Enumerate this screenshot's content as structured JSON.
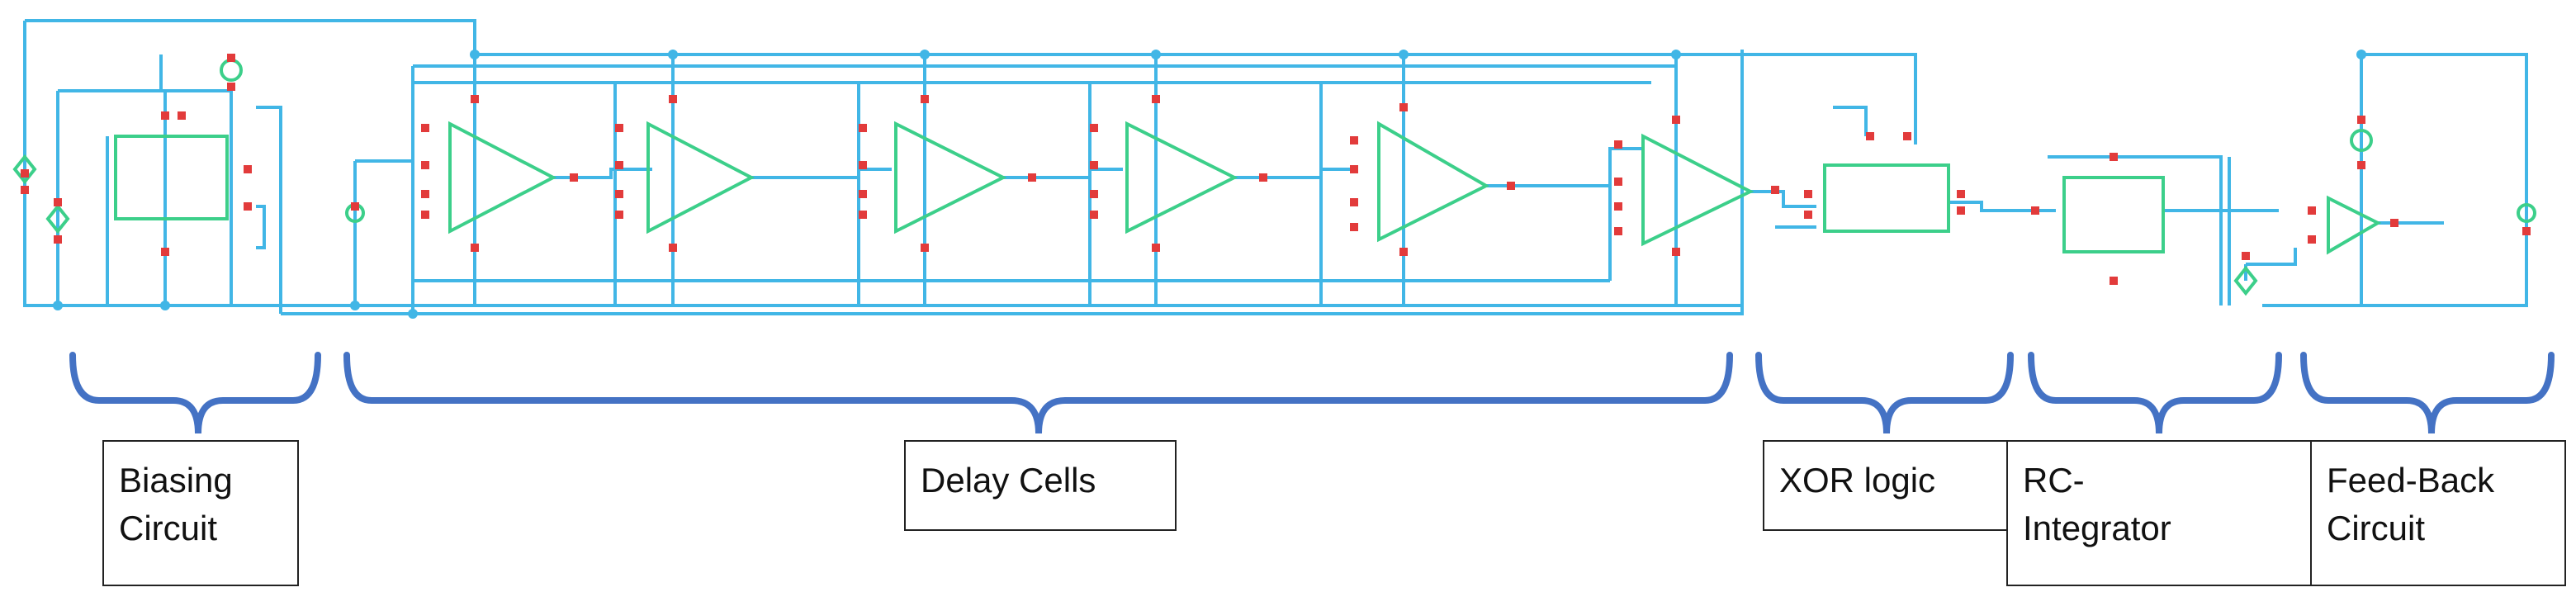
{
  "colors": {
    "wire": "#41b6e6",
    "block": "#3ccf8a",
    "pin": "#e23b3b",
    "brace": "#4472c4",
    "label_border": "#222222"
  },
  "sections": [
    {
      "id": "biasing",
      "label": "Biasing\nCircuit"
    },
    {
      "id": "delay",
      "label": "Delay Cells"
    },
    {
      "id": "xor",
      "label": "XOR logic"
    },
    {
      "id": "rc",
      "label": "RC-\nIntegrator"
    },
    {
      "id": "feedback",
      "label": "Feed-Back\nCircuit"
    }
  ]
}
